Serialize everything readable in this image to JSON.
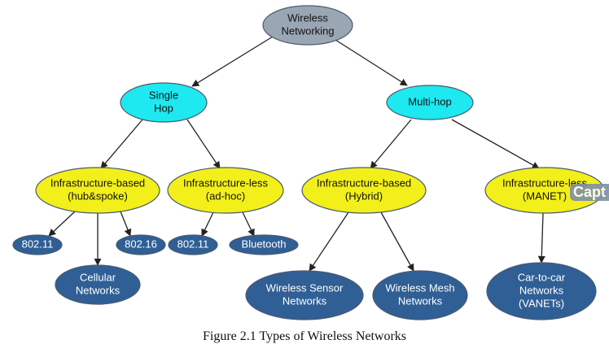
{
  "colors": {
    "root_fill": "#9aa6b4",
    "hop_fill": "#1ee8f0",
    "category_fill": "#f2ef1a",
    "leaf_fill": "#2f5f95",
    "edge": "#222222"
  },
  "nodes": {
    "root": [
      "Wireless",
      "Networking"
    ],
    "single_hop": [
      "Single",
      "Hop"
    ],
    "multi_hop": [
      "Multi-hop"
    ],
    "sh_infra_based": [
      "Infrastructure-based",
      "(hub&spoke)"
    ],
    "sh_infra_less": [
      "Infrastructure-less",
      "(ad-hoc)"
    ],
    "mh_infra_based": [
      "Infrastructure-based",
      "(Hybrid)"
    ],
    "mh_infra_less": [
      "Infrastructure-less",
      "(MANET)"
    ],
    "leaf_80211_a": [
      "802.11"
    ],
    "leaf_80216": [
      "802.16"
    ],
    "leaf_cellular": [
      "Cellular",
      "Networks"
    ],
    "leaf_80211_b": [
      "802.11"
    ],
    "leaf_bluetooth": [
      "Bluetooth"
    ],
    "leaf_wsn": [
      "Wireless Sensor",
      "Networks"
    ],
    "leaf_wmn": [
      "Wireless Mesh",
      "Networks"
    ],
    "leaf_vanet": [
      "Car-to-car",
      "Networks",
      "(VANETs)"
    ]
  },
  "caption": "Figure 2.1 Types of Wireless Networks",
  "watermark": "Capt"
}
